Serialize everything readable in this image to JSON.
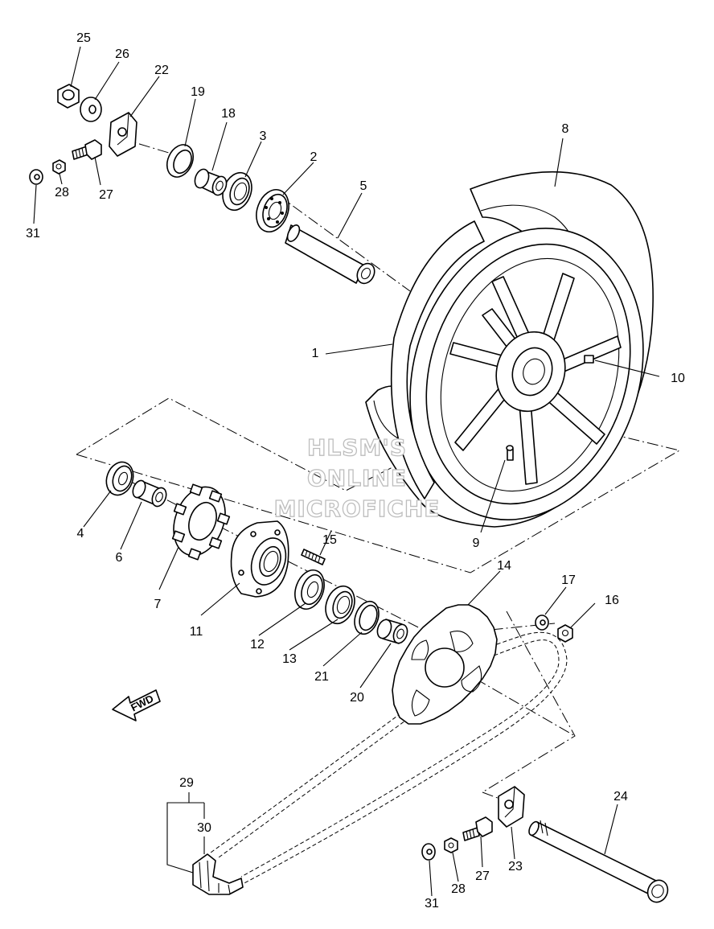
{
  "watermark": {
    "line1": "HLSM'S",
    "line2": "ONLINE",
    "line3": "MICROFICHE"
  },
  "fwd_label": "FWD",
  "callouts": {
    "c1": "1",
    "c2": "2",
    "c3": "3",
    "c4": "4",
    "c5": "5",
    "c6": "6",
    "c7": "7",
    "c8": "8",
    "c9": "9",
    "c10": "10",
    "c11": "11",
    "c12": "12",
    "c13": "13",
    "c14": "14",
    "c15": "15",
    "c16": "16",
    "c17": "17",
    "c18": "18",
    "c19": "19",
    "c20": "20",
    "c21": "21",
    "c22": "22",
    "c23": "23",
    "c24": "24",
    "c25": "25",
    "c26": "26",
    "c27a": "27",
    "c27b": "27",
    "c28a": "28",
    "c28b": "28",
    "c29": "29",
    "c30": "30",
    "c31a": "31",
    "c31b": "31"
  }
}
